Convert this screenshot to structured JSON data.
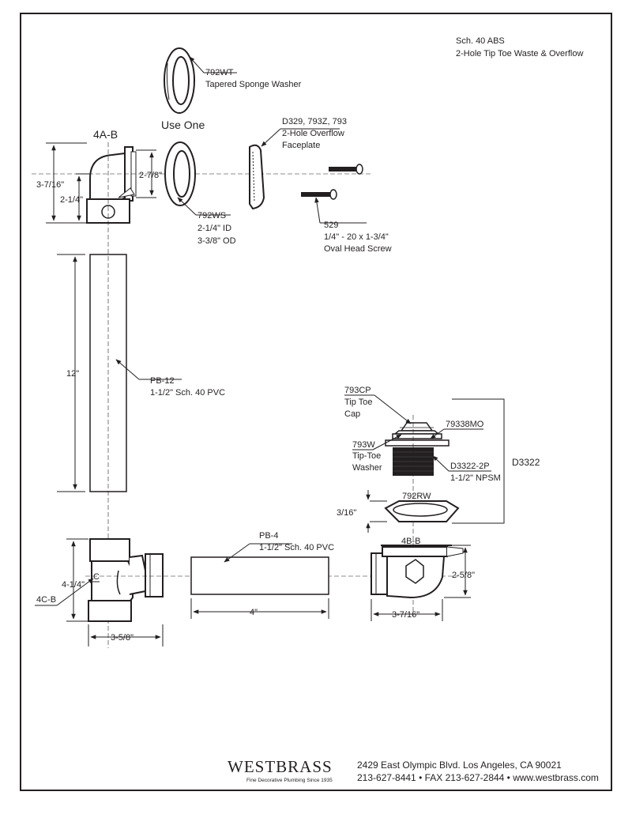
{
  "header": {
    "line1": "Sch. 40 ABS",
    "line2": "2-Hole Tip Toe Waste & Overflow"
  },
  "parts": {
    "p792wt": {
      "code": "792WT",
      "desc": "Tapered Sponge Washer"
    },
    "use_one": "Use One",
    "p4ab": {
      "code": "4A-B",
      "dim_total": "3-7/16\"",
      "dim_lower": "2-1/4\"",
      "dim_face": "2-7/8\""
    },
    "p792ws": {
      "code": "792WS",
      "line2": "2-1/4\" ID",
      "line3": "3-3/8\" OD"
    },
    "faceplate": {
      "code": "D329, 793Z, 793",
      "line2": "2-Hole Overflow",
      "line3": "Faceplate"
    },
    "p529": {
      "code": "529",
      "line2": "1/4\" - 20 x 1-3/4\"",
      "line3": "Oval Head Screw"
    },
    "pb12": {
      "code": "PB-12",
      "desc": "1-1/2\" Sch. 40 PVC",
      "dim": "12\""
    },
    "p793cp": {
      "code": "793CP",
      "line2": "Tip Toe",
      "line3": "Cap"
    },
    "p79338mo": {
      "code": "79338MO"
    },
    "p793w": {
      "code": "793W",
      "line2": "Tip-Toe",
      "line3": "Washer"
    },
    "pd3322_2p": {
      "code": "D3322-2P",
      "desc": "1-1/2\" NPSM"
    },
    "group_d3322": "D3322",
    "p792rw": {
      "code": "792RW",
      "dim": "3/16\""
    },
    "pb4": {
      "code": "PB-4",
      "desc": "1-1/2\" Sch. 40 PVC",
      "dim": "4\""
    },
    "p4cb": {
      "code": "4C-B",
      "dim_height": "4-1/4\"",
      "dim_width": "3-5/8\"",
      "center_mark": "C"
    },
    "p4bb": {
      "code": "4B-B",
      "dim_height": "2-5/8\"",
      "dim_width": "3-7/16\""
    }
  },
  "footer": {
    "brand": "WESTBRASS",
    "tagline": "Fine Decorative Plumbing Since 1935",
    "address": "2429 East Olympic Blvd. Los Angeles, CA  90021",
    "contact": "213-627-8441 • FAX 213-627-2844 • www.westbrass.com"
  }
}
